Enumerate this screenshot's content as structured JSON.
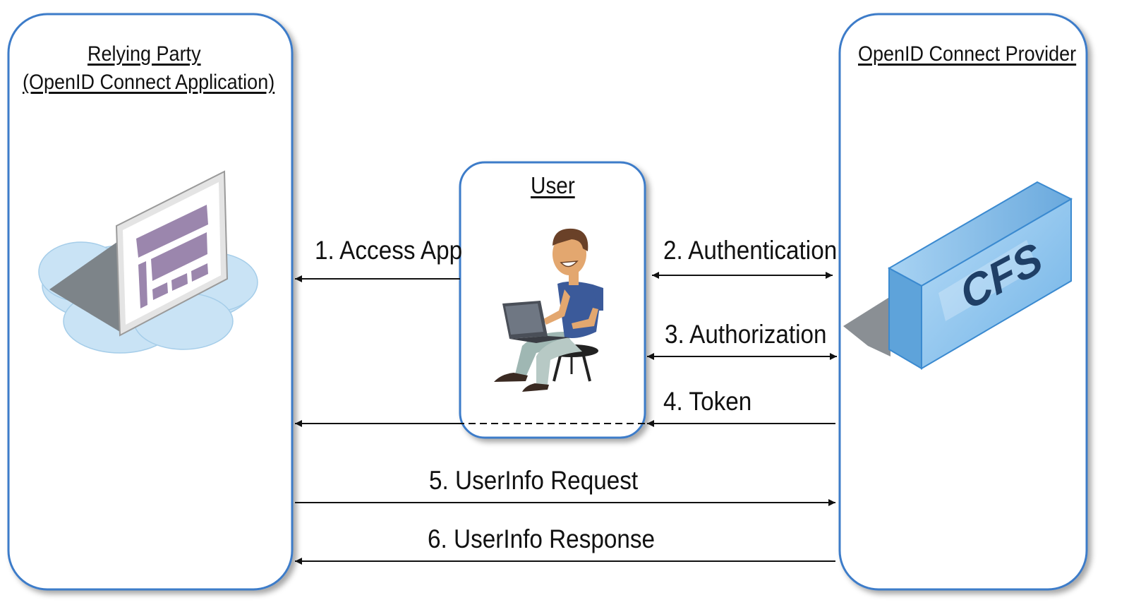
{
  "relying_party": {
    "title_line1": "Relying Party",
    "title_line2": "(OpenID Connect Application)"
  },
  "user": {
    "title": "User"
  },
  "provider": {
    "title": "OpenID Connect Provider",
    "logo_text": "CFS"
  },
  "steps": {
    "s1": "1. Access App",
    "s2": "2. Authentication",
    "s3": "3. Authorization",
    "s4": "4. Token",
    "s5": "5. UserInfo Request",
    "s6": "6. UserInfo Response"
  },
  "colors": {
    "box_border": "#3d7cc9",
    "arrow": "#111111",
    "cloud": "#c9e3f5",
    "screen_purple": "#9b86ad",
    "cfs_blue": "#8ec5ee"
  }
}
